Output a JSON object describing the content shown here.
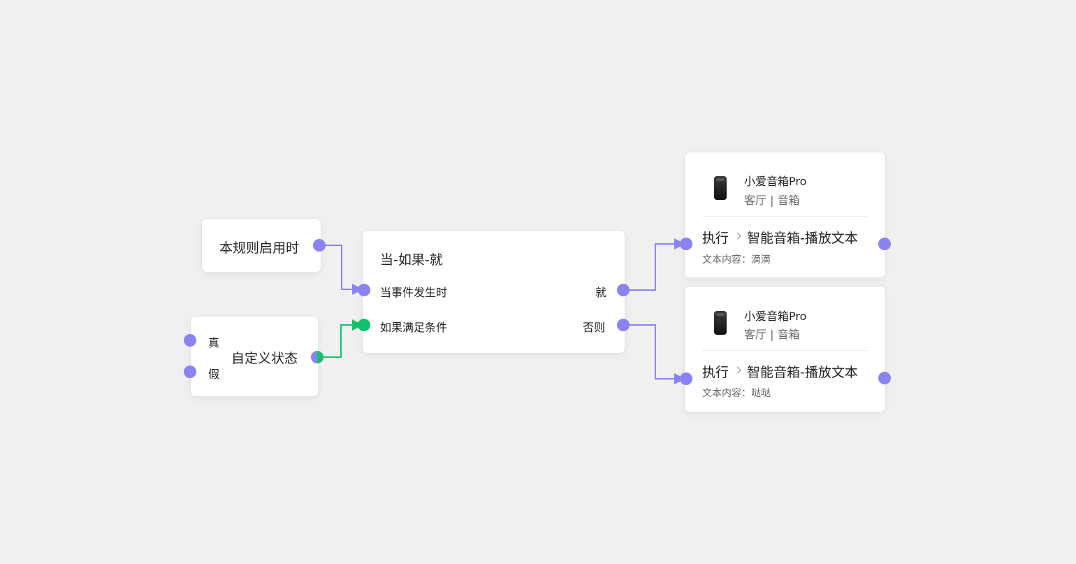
{
  "trigger_node": {
    "title": "本规则启用时"
  },
  "state_node": {
    "title": "自定义状态",
    "true_label": "真",
    "false_label": "假"
  },
  "logic_node": {
    "title": "当-如果-就",
    "when_label": "当事件发生时",
    "if_label": "如果满足条件",
    "then_label": "就",
    "else_label": "否则"
  },
  "action_nodes": [
    {
      "device_name": "小爱音箱Pro",
      "device_location": "客厅 | 音箱",
      "exec_label": "执行",
      "action_name": "智能音箱-播放文本",
      "detail": "文本内容：滴滴",
      "device_icon": "smart-speaker-icon"
    },
    {
      "device_name": "小爱音箱Pro",
      "device_location": "客厅 | 音箱",
      "exec_label": "执行",
      "action_name": "智能音箱-播放文本",
      "detail": "文本内容：哒哒",
      "device_icon": "smart-speaker-icon"
    }
  ],
  "colors": {
    "purple": "#8a84f2",
    "green": "#12c16e",
    "background": "#f0f0f0"
  }
}
